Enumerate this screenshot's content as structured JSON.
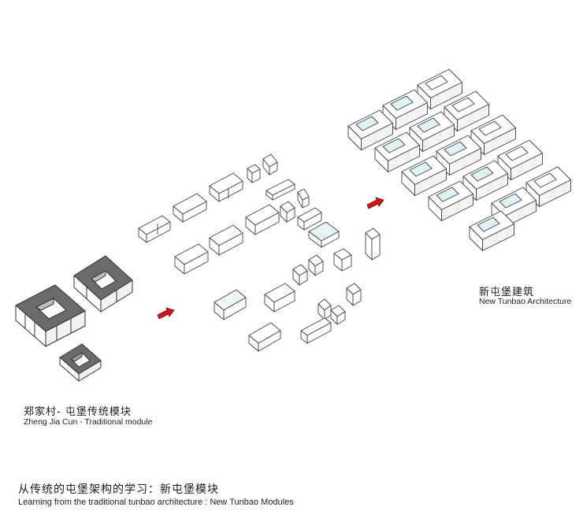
{
  "traditional": {
    "title_zh": "郑家村- 屯堡传统模块",
    "title_en": "Zheng Jia Cun - Traditional module"
  },
  "new_architecture": {
    "title_zh": "新屯堡建筑",
    "title_en": "New Tunbao Architecture"
  },
  "caption": {
    "title_zh": "从传统的屯堡架构的学习：新屯堡模块",
    "title_en": "Learning from the traditional tunbao architecture : New Tunbao Modules"
  },
  "colors": {
    "arrow": "#d0141b",
    "dark_roof": "#5a5a5a",
    "glass": "#dff3f5",
    "line": "#555555"
  }
}
